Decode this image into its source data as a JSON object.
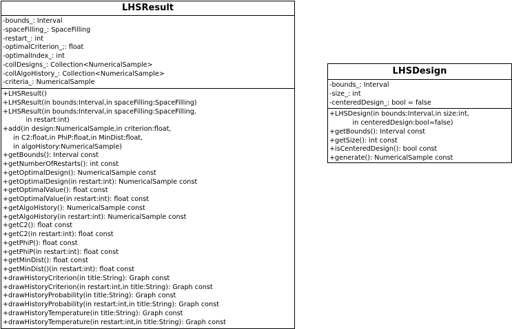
{
  "classes": [
    {
      "name": "LHSResult",
      "attributes": [
        "-bounds_: Interval",
        "-spaceFilling_: SpaceFilling",
        "-restart_: int",
        "-optimalCriterion_;: float",
        "-optimalIndex_: int",
        "-collDesigns_: Collection<NumericalSample>",
        "-collAlgoHistory_: Collection<NumericalSample>",
        "-criteria_: NumericalSample"
      ],
      "operations": [
        "+LHSResult()",
        "+LHSResult(in bounds:Interval,in spaceFilling:SpaceFilling)",
        "+LHSResult(in bounds:Interval,in spaceFilling:SpaceFilling,",
        "           in restart:int)",
        "+add(in design:NumericalSample,in criterion:float,",
        "     in C2:float,in PhiP:float,in MinDist:float,",
        "     in algoHistory:NumericalSample)",
        "+getBounds(): Interval const",
        "+getNumberOfRestarts(): int const",
        "+getOptimalDesign(): NumericalSample const",
        "+getOptimalDesign(in restart:int): NumericalSample const",
        "+getOptimalValue(): float const",
        "+getOptimalValue(in restart:int): float const",
        "+getAlgoHistory(): NumericalSample const",
        "+getAlgoHistory(in restart:int): NumericalSample const",
        "+getC2(): float const",
        "+getC2(in restart:int): float const",
        "+getPhiP(): float const",
        "+getPhiP(in restart:int): float const",
        "+getMinDist(): float const",
        "+getMinDist()(in restart:int): float const",
        "+drawHistoryCriterion(in title:String): Graph const",
        "+drawHistoryCriterion(in restart:int,in title:String): Graph const",
        "+drawHistoryProbability(in title:String): Graph const",
        "+drawHistoryProbability(in restart:int,in title:String): Graph const",
        "+drawHistoryTemperature(in title:String): Graph const",
        "+drawHistoryTemperature(in restart:int,in title:String): Graph const"
      ]
    },
    {
      "name": "LHSDesign",
      "attributes": [
        "-bounds_: Interval",
        "-size_: int",
        "-centeredDesign_: bool = false"
      ],
      "operations": [
        "+LHSDesign(in bounds:Interval,in size:int,",
        "           in centeredDesign:bool=false)",
        "+getBounds(): Interval const",
        "+getSize(): int const",
        "+isCenteredDesign(): bool const",
        "+generate(): NumericalSample const"
      ]
    }
  ]
}
